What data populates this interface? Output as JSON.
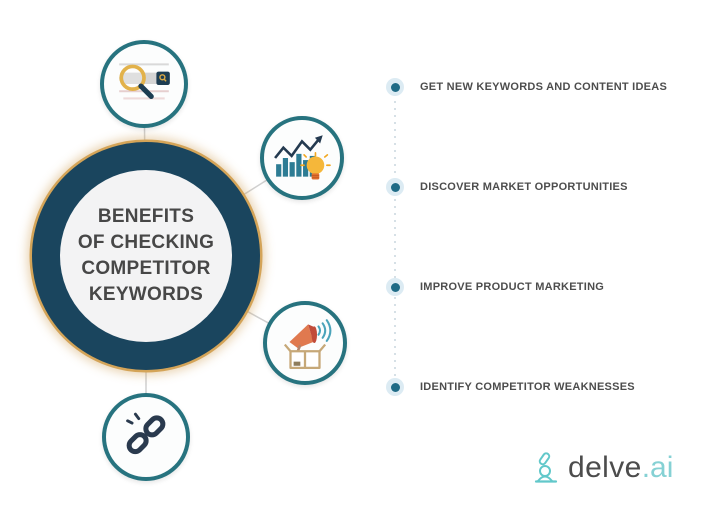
{
  "title_circle": {
    "lines": [
      "BENEFITS",
      "OF CHECKING",
      "COMPETITOR",
      "KEYWORDS"
    ]
  },
  "benefits": [
    {
      "label": "GET NEW KEYWORDS AND CONTENT IDEAS",
      "icon": "search-bar-icon"
    },
    {
      "label": "DISCOVER MARKET OPPORTUNITIES",
      "icon": "growth-chart-idea-icon"
    },
    {
      "label": "IMPROVE PRODUCT MARKETING",
      "icon": "megaphone-product-box-icon"
    },
    {
      "label": "IDENTIFY COMPETITOR WEAKNESSES",
      "icon": "broken-link-icon"
    }
  ],
  "logo": {
    "brand": "delve",
    "tld": ".ai",
    "icon": "microscope-icon"
  },
  "colors": {
    "center_ring_navy": "#1a455e",
    "center_glow_gold": "#d4a458",
    "satellite_ring_teal": "#27737f",
    "bullet_teal": "#206b86",
    "bullet_halo_blue": "#dcebf3",
    "text_dark_gray": "#4d4d4d",
    "connector_gray": "#d0d0d0",
    "logo_text_gray": "#4c4c4c",
    "logo_teal": "#85d1d4"
  }
}
